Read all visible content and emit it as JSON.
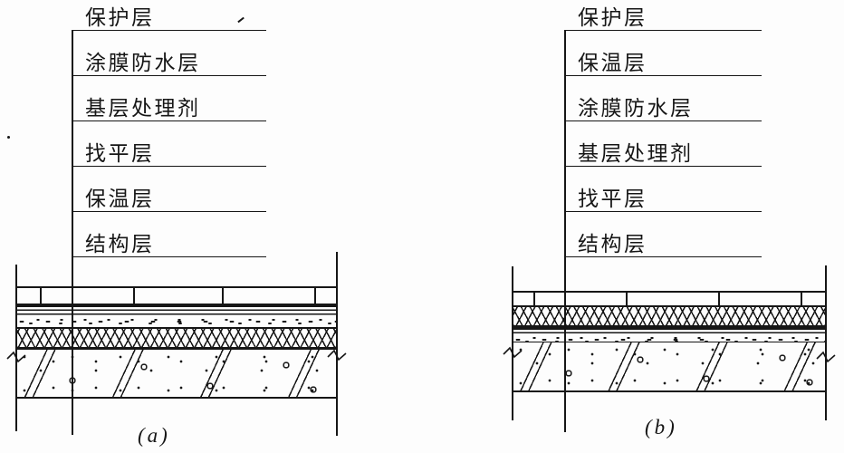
{
  "colors": {
    "ink": "#161616",
    "paper": "#fdfdfd"
  },
  "figure": {
    "type": "roof-construction-detail",
    "diagrams": [
      {
        "caption": "(a)",
        "labels": [
          "保护层",
          "涂膜防水层",
          "基层处理剂",
          "找平层",
          "保温层",
          "结构层"
        ],
        "layers": [
          "tiles",
          "membrane",
          "screed",
          "insulation",
          "concrete"
        ]
      },
      {
        "caption": "(b)",
        "labels": [
          "保护层",
          "保温层",
          "涂膜防水层",
          "基层处理剂",
          "找平层",
          "结构层"
        ],
        "layers": [
          "tiles",
          "insulation",
          "membrane",
          "screed",
          "concrete"
        ]
      }
    ]
  }
}
